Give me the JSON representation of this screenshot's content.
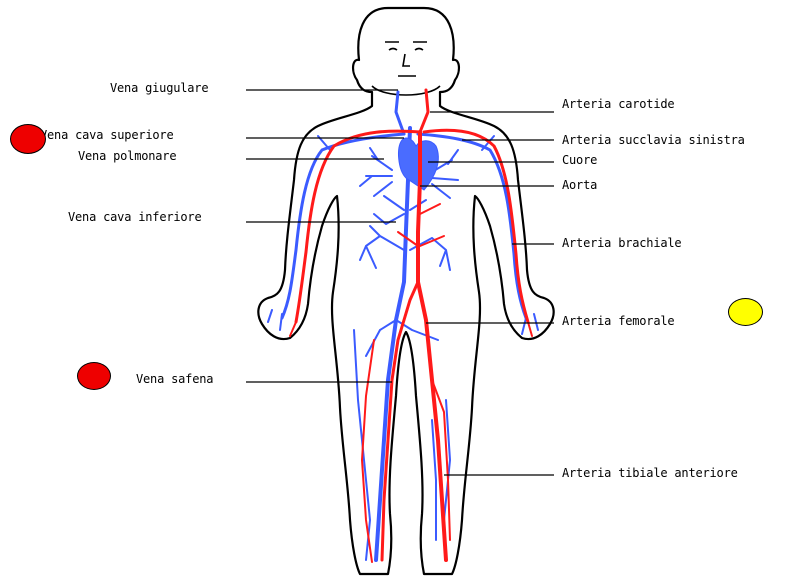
{
  "diagram": {
    "colors": {
      "artery": "#ff1a1a",
      "vein": "#3b5bff",
      "heart": "#4a6cff",
      "outline": "#000000",
      "marker_red": "#ee0000",
      "marker_yellow": "#ffff00"
    },
    "labels": {
      "vena_giugulare": "Vena giugulare",
      "vena_cava_superiore": "Vena cava superiore",
      "vena_polmonare": "Vena polmonare",
      "vena_cava_inferiore": "Vena cava inferiore",
      "vena_safena": "Vena safena",
      "arteria_carotide": "Arteria carotide",
      "arteria_succlavia_sinistra": "Arteria succlavia sinistra",
      "cuore": "Cuore",
      "aorta": "Aorta",
      "arteria_brachiale": "Arteria brachiale",
      "arteria_femorale": "Arteria femorale",
      "arteria_tibiale_anteriore": "Arteria tibiale anteriore"
    },
    "markers": [
      {
        "name": "marker-vena-cava-superiore",
        "color": "red"
      },
      {
        "name": "marker-vena-safena",
        "color": "red"
      },
      {
        "name": "marker-arteria-femorale",
        "color": "yellow"
      }
    ]
  }
}
